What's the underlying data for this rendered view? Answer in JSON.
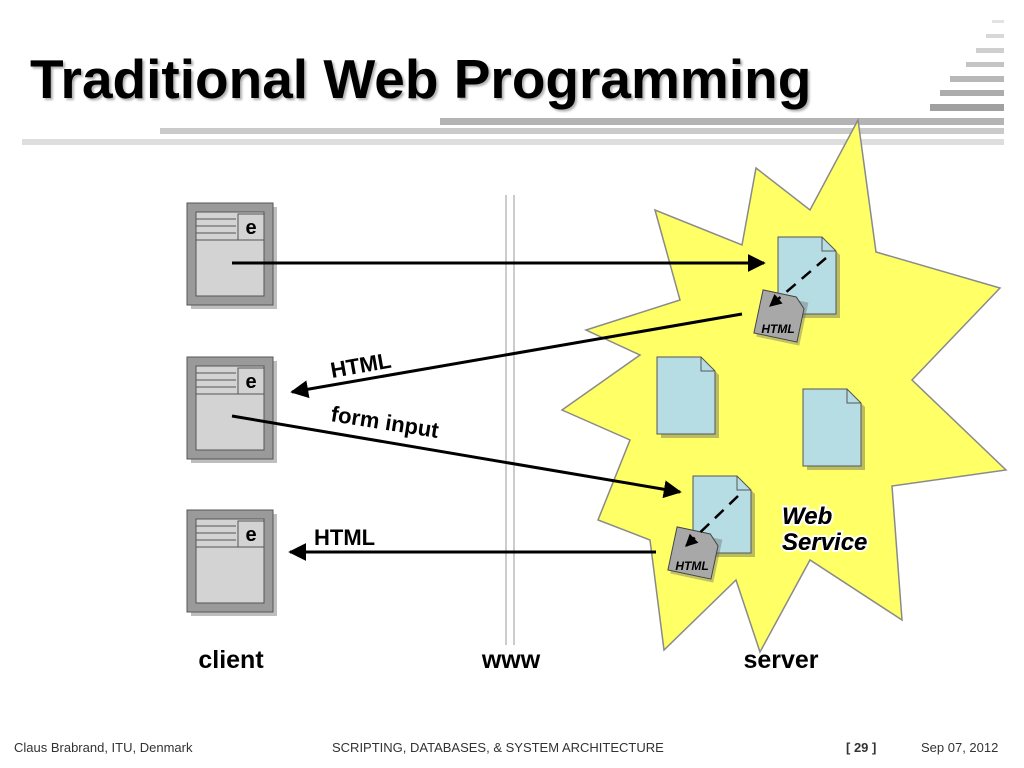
{
  "slide": {
    "title": "Traditional Web Programming"
  },
  "diagram": {
    "browser_glyph": "e",
    "arrow_labels": {
      "response_top": "HTML",
      "request": "form input",
      "response_bottom": "HTML"
    },
    "page_badge": "HTML",
    "server_caption_line1": "Web",
    "server_caption_line2": "Service",
    "columns": {
      "client": "client",
      "www": "www",
      "server": "server"
    },
    "colors": {
      "starburst": "#ffff66",
      "document": "#b7dde4",
      "browser_frame": "#9a9a9a",
      "browser_screen": "#d3d3d3",
      "badge": "#a8a8a8"
    }
  },
  "footer": {
    "author": "Claus Brabrand, ITU, Denmark",
    "course": "SCRIPTING, DATABASES, & SYSTEM ARCHITECTURE",
    "page": "[ 29 ]",
    "date": "Sep  07, 2012"
  }
}
